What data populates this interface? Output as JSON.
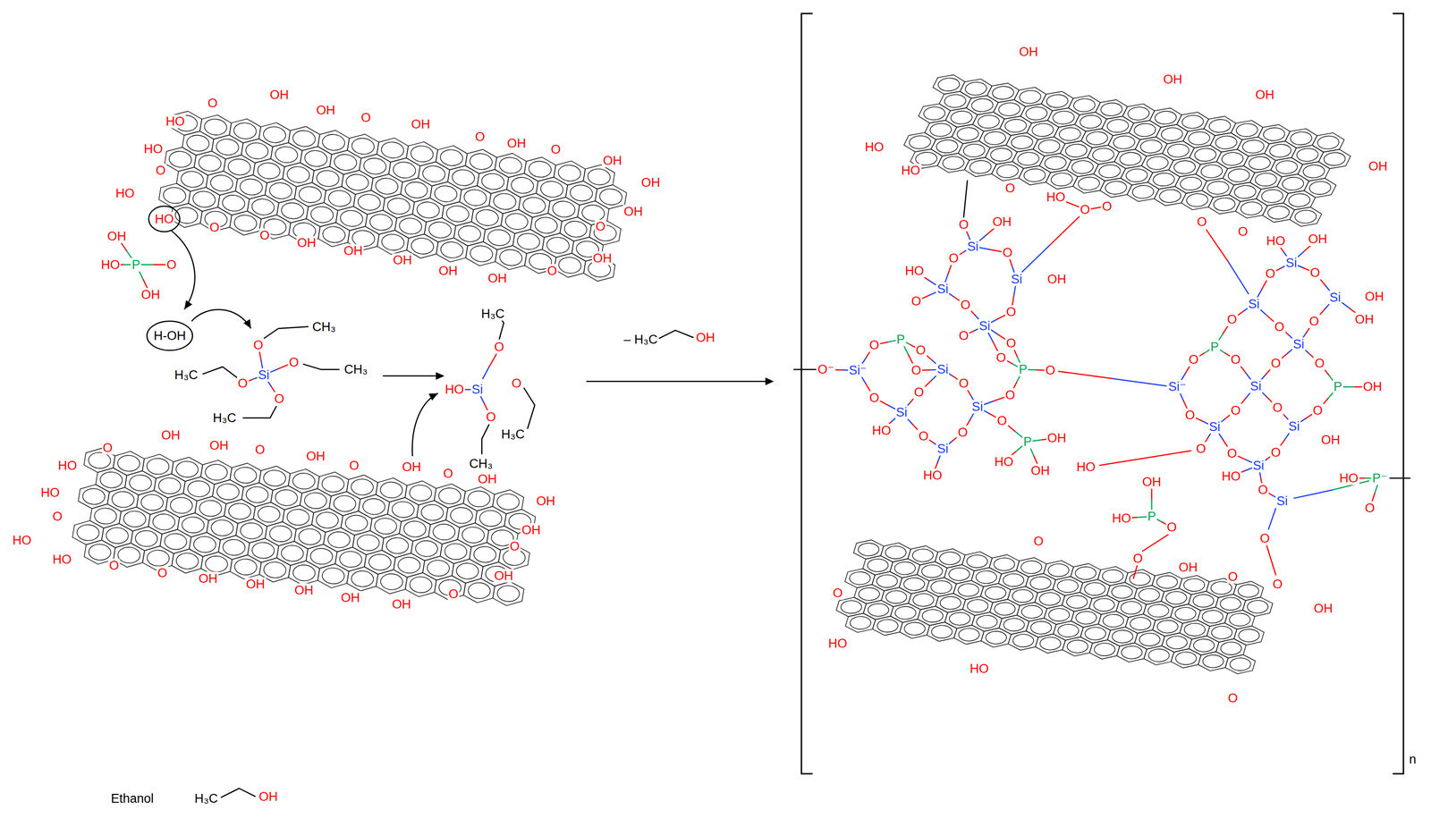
{
  "diagram": {
    "labels": [
      "O",
      "OH",
      "OH",
      "O",
      "OH",
      "O",
      "OH",
      "O",
      "OH",
      "OH",
      "OH",
      "O",
      "OH",
      "O",
      "OH",
      "OH",
      "OH",
      "OH",
      "OH",
      "O",
      "O",
      "HO",
      "HO",
      "O",
      "HO",
      "HO",
      "OH",
      "HO",
      "P",
      "O",
      "OH",
      "H-OH",
      "CH₃",
      "O",
      "H₃C",
      "O",
      "Si",
      "O",
      "CH₃",
      "O",
      "H₃C",
      "H₃C",
      "O",
      "HO",
      "Si",
      "O",
      "O",
      "H₃C",
      "CH₃",
      "– H₃C",
      "OH",
      "O",
      "OH",
      "OH",
      "O",
      "OH",
      "O",
      "OH",
      "O",
      "OH",
      "OH",
      "OH",
      "O",
      "OH",
      "O",
      "OH",
      "OH",
      "OH",
      "OH",
      "OH",
      "O",
      "O",
      "HO",
      "HO",
      "O",
      "HO",
      "HO",
      "Ethanol",
      "H₃C",
      "OH",
      "OH",
      "OH",
      "OH",
      "HO",
      "HO",
      "OH",
      "O",
      "HO",
      "O",
      "O",
      "O",
      "O",
      "O",
      "OH",
      "Si",
      "O",
      "O",
      "HO",
      "Si",
      "Si",
      "OH",
      "O",
      "O",
      "Si",
      "O",
      "O",
      "P",
      "O",
      "O",
      "O",
      "Si",
      "P",
      "O",
      "O",
      "O",
      "O",
      "O",
      "O",
      "O",
      "Si",
      "Si",
      "HO",
      "O",
      "O",
      "O",
      "Si",
      "P",
      "OH",
      "HO",
      "OH",
      "HO",
      "O⁻",
      "Si⁻",
      "HO",
      "OH",
      "Si",
      "O",
      "O",
      "Si",
      "OH",
      "OH",
      "Si",
      "O",
      "O",
      "O",
      "P",
      "Si",
      "O",
      "O",
      "O",
      "O",
      "Si",
      "P",
      "OH",
      "Si⁻",
      "O",
      "O",
      "O",
      "O",
      "Si",
      "Si",
      "OH",
      "O",
      "O",
      "O",
      "Si",
      "HO",
      "O",
      "Si",
      "HO",
      "P⁻",
      "O",
      "HO",
      "O",
      "OH",
      "HO",
      "P",
      "O",
      "O",
      "O",
      "OH",
      "O",
      "OH",
      "O",
      "HO",
      "HO",
      "O",
      "O",
      "n"
    ]
  }
}
